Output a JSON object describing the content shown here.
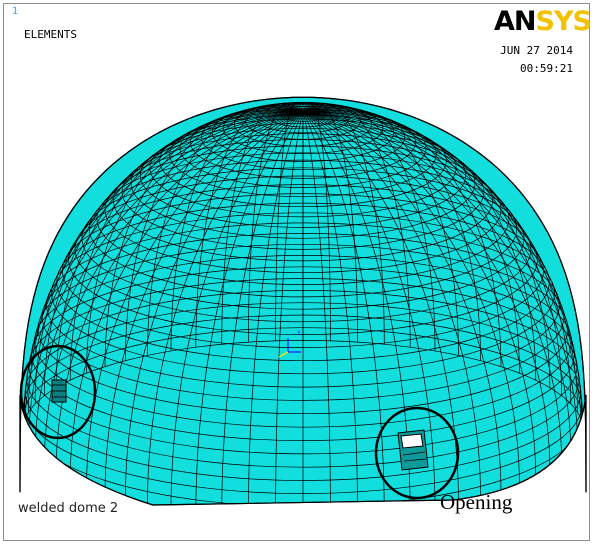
{
  "window": {
    "number": "1"
  },
  "header": {
    "plot_label": "ELEMENTS",
    "date": "JUN 27 2014",
    "time": "00:59:21"
  },
  "logo": {
    "part1": "AN",
    "part2": "SYS",
    "colors": {
      "an": "#000000",
      "sys": "#f2c200"
    }
  },
  "footer": {
    "model_title": "welded dome 2"
  },
  "annotations": {
    "opening_label": "Opening"
  },
  "colors": {
    "mesh_fill": "#13dede",
    "mesh_lines": "#000000",
    "circle": "#000000"
  },
  "triad": {
    "icon": "coordinate-triad-icon"
  }
}
